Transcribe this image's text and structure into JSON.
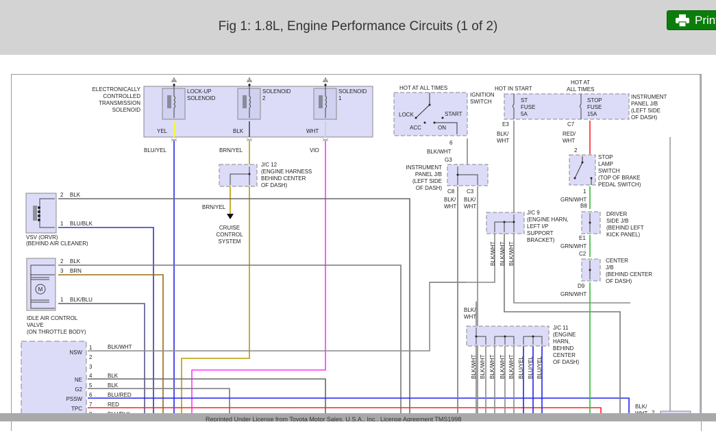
{
  "header": {
    "title": "Fig 1: 1.8L, Engine Performance Circuits (1 of 2)",
    "print_label": "Print",
    "print_icon": "printer-icon",
    "print_color": "#0b7d0b"
  },
  "footer": {
    "text": "Reprinted Under License from Toyota Motor Sales, U.S.A., Inc., License Agreement TMS1998"
  },
  "wire_colors": {
    "BLK": "#666666",
    "YEL": "#ffff00",
    "BLU": "#2222ee",
    "BRN_YEL": "#b89b00",
    "VIO": "#ff33ff",
    "WHT": "#d0d0d0",
    "RED": "#ff2222",
    "GRN": "#33bb33",
    "BRN": "#9b6a10",
    "BLK_WHT": "#7a7a7a",
    "BLU_BLK": "#3333bb"
  },
  "components": {
    "ect_solenoid": {
      "label": [
        "ELECTRONICALLY",
        "CONTROLLED",
        "TRANSMISSION",
        "SOLENOID"
      ],
      "lockup": [
        "LOCK-UP",
        "SOLENOID"
      ],
      "sol2": [
        "SOLENOID",
        "2"
      ],
      "sol1": [
        "SOLENOID",
        "1"
      ],
      "pin_yel": "YEL",
      "pin_blk": "BLK",
      "pin_wht": "WHT"
    },
    "wire_blu_yel": "BLU/YEL",
    "wire_brn_yel": "BRN/YEL",
    "wire_vio": "VIO",
    "jc12": [
      "J/C 12",
      "(ENGINE HARNESS",
      "BEHIND CENTER",
      "OF DASH)"
    ],
    "wire_brn_yel_2": "BRN/YEL",
    "cruise": [
      "CRUISE",
      "CONTROL",
      "SYSTEM"
    ],
    "ignition": {
      "hot": "HOT AT ALL TIMES",
      "label": [
        "IGNITION",
        "SWITCH"
      ],
      "lock": "LOCK",
      "acc": "ACC",
      "on": "ON",
      "start": "START",
      "pin": "6",
      "wire": "BLK/WHT"
    },
    "ip_jb_left": {
      "pin_in": "G3",
      "label": [
        "INSTRUMENT",
        "PANEL J/B",
        "(LEFT SIDE",
        "OF DASH)"
      ],
      "pin_c8": "C8",
      "pin_c3": "C3",
      "wire_c8": [
        "BLK/",
        "WHT"
      ],
      "wire_c3": [
        "BLK/",
        "WHT"
      ]
    },
    "fuse_box": {
      "hot_start": "HOT IN START",
      "hot_all": [
        "HOT AT",
        "ALL TIMES"
      ],
      "st_fuse": [
        "ST",
        "FUSE",
        "5A"
      ],
      "stop_fuse": [
        "STOP",
        "FUSE",
        "15A"
      ],
      "label": [
        "INSTRUMENT",
        "PANEL J/B",
        "(LEFT SIDE",
        "OF DASH)"
      ],
      "pin_e3": "E3",
      "pin_c7": "C7",
      "wire_e3": [
        "BLK/",
        "WHT"
      ],
      "wire_c7": [
        "RED/",
        "WHT"
      ]
    },
    "stop_lamp": {
      "pin_in": "2",
      "label": [
        "STOP",
        "LAMP",
        "SWITCH",
        "(TOP OF BRAKE",
        "PEDAL SWITCH)"
      ],
      "pin_out": "1",
      "wire": "GRN/WHT"
    },
    "driver_jb": {
      "pin_in": "B8",
      "label": [
        "DRIVER",
        "SIDE J/B",
        "(BEHIND LEFT",
        "KICK PANEL)"
      ],
      "pin_out": "E1",
      "wire": "GRN/WHT"
    },
    "center_jb": {
      "pin_in": "C2",
      "label": [
        "CENTER",
        "J/B",
        "(BEHIND CENTER",
        "OF DASH)"
      ],
      "pin_out": "D9",
      "wire": "GRN/WHT"
    },
    "jc9": {
      "label": [
        "J/C 9",
        "(ENGINE HARN,",
        "LEFT I/P",
        "SUPPORT",
        "BRACKET)"
      ],
      "wires": [
        "BLK/WHT",
        "BLK/WHT",
        "BLK/WHT"
      ]
    },
    "jc11": {
      "wire_in": [
        "BLK/",
        "WHT"
      ],
      "label": [
        "J/C 11",
        "(ENGINE",
        "HARN,",
        "BEHIND",
        "CENTER",
        "OF DASH)"
      ],
      "wires": [
        "BLK/WHT",
        "BLK/WHT",
        "BLK/WHT",
        "BLK/WHT",
        "BLK/WHT",
        "BLU/YEL",
        "BLU/YEL",
        "BLU/YEL"
      ]
    },
    "vsv": {
      "label": [
        "VSV (ORVR)",
        "(BEHIND AIR CLEANER)"
      ],
      "pin2": "2",
      "wire2": "BLK",
      "pin1": "1",
      "wire1": "BLU/BLK"
    },
    "iac": {
      "label": [
        "IDLE AIR CONTROL",
        "VALVE",
        "(ON THROTTLE BODY)"
      ],
      "motor": "M",
      "pin2": "2",
      "wire2": "BLK",
      "pin3": "3",
      "wire3": "BRN",
      "pin1": "1",
      "wire1": "BLK/BLU"
    },
    "ecm": {
      "pins": [
        {
          "name": "NSW",
          "num": "1",
          "wire": "BLK/WHT"
        },
        {
          "name": "",
          "num": "2",
          "wire": ""
        },
        {
          "name": "",
          "num": "3",
          "wire": ""
        },
        {
          "name": "NE",
          "num": "4",
          "wire": "BLK"
        },
        {
          "name": "G2",
          "num": "5",
          "wire": "BLK"
        },
        {
          "name": "PSSW",
          "num": "6",
          "wire": "BLU/RED"
        },
        {
          "name": "TPC",
          "num": "7",
          "wire": "RED"
        },
        {
          "name": "",
          "num": "8",
          "wire": "BLU/BLK"
        }
      ]
    },
    "bottom_right": {
      "wire": [
        "BLK/",
        "WHT"
      ],
      "pin": "2"
    }
  }
}
